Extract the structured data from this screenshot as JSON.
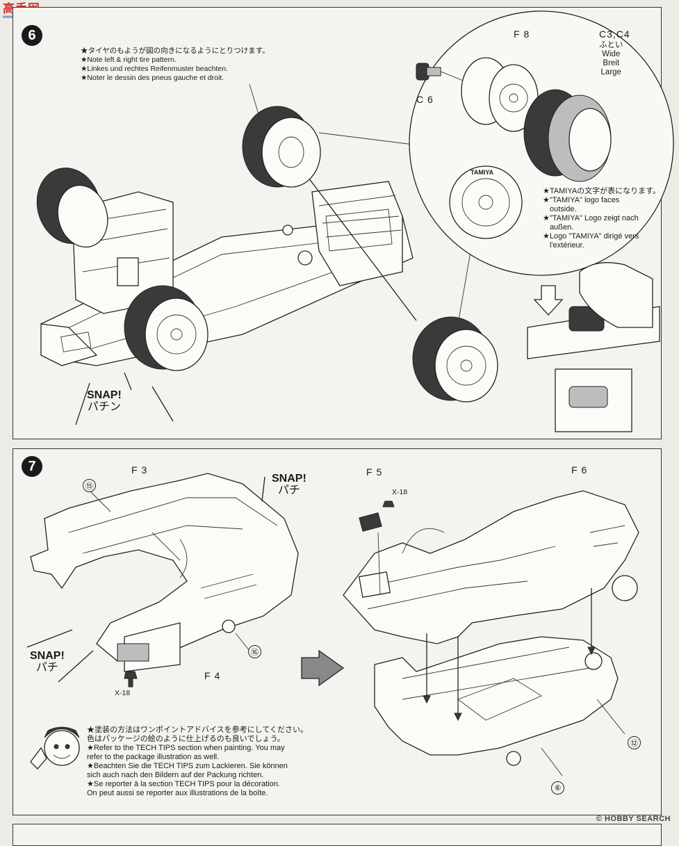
{
  "watermark": {
    "logo": "高手网",
    "url": "www.gaoshou.net"
  },
  "step6": {
    "number": "6",
    "notes": [
      "★タイヤのもようが図の向きになるようにとりつけます。",
      "★Note left & right tire pattern.",
      "★Linkes und rechtes Reifenmuster beachten.",
      "★Noter le dessin des pneus gauche et droit."
    ],
    "parts": {
      "f8": "F 8",
      "c3c4": "C3,C4",
      "c6": "C 6"
    },
    "tire_size": [
      "ふとい",
      "Wide",
      "Breit",
      "Large"
    ],
    "tire_brand": "TAMIYA",
    "logo_notes": [
      "★TAMIYAの文字が表になります。",
      "★\"TAMIYA\" logo faces",
      "outside.",
      "★\"TAMIYA\" Logo zeigt nach",
      "außen.",
      "★Logo \"TAMIYA\" dirigé vers",
      "l'extérieur."
    ],
    "snap": {
      "en": "SNAP!",
      "jp": "パチン"
    }
  },
  "step7": {
    "number": "7",
    "parts": {
      "f3": "F 3",
      "f4": "F 4",
      "f5": "F 5",
      "f6": "F 6",
      "x18a": "X-18",
      "x18b": "X-18",
      "n15": "⑮",
      "n16": "⑯",
      "n12": "⑫",
      "n6": "⑥"
    },
    "snap_top": {
      "en": "SNAP!",
      "jp": "パチ"
    },
    "snap_left": {
      "en": "SNAP!",
      "jp": "パチ"
    },
    "notes": [
      "★塗装の方法はワンポイントアドバイスを参考にしてください。",
      "色はパッケージの絵のように仕上げるのも良いでしょう。",
      "★Refer to the TECH TIPS section when painting. You may",
      "refer to the package illustration as well.",
      "★Beachten Sie die TECH TIPS zum Lackieren. Sie können",
      "sich auch nach den Bildern auf der Packung richten.",
      "★Se reporter à la section TECH TIPS pour la décoration.",
      "On peut aussi se reporter aux illustrations de la boîte."
    ]
  },
  "footer": {
    "logo": "© HOBBY SEARCH"
  }
}
